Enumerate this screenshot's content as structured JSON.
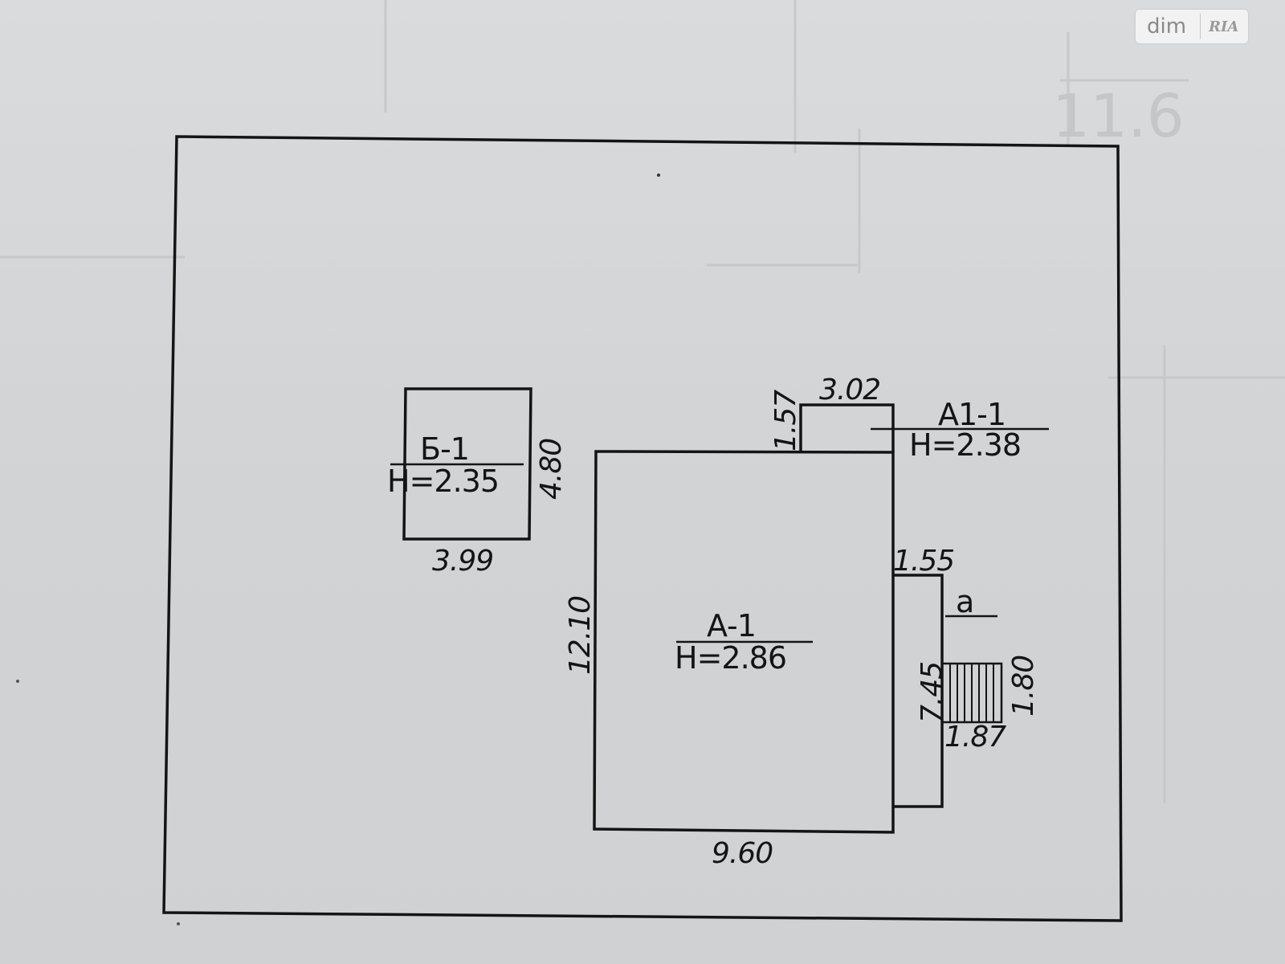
{
  "logo": {
    "dim": "dim",
    "ria": "RIA"
  },
  "buildings": [
    {
      "id": "a1",
      "name": "А-1",
      "height": "Н=2.86"
    },
    {
      "id": "a1_1",
      "name": "А1-1",
      "height": "Н=2.38"
    },
    {
      "id": "b1",
      "name": "Б-1",
      "height": "Н=2.35"
    },
    {
      "id": "a_small",
      "name": "а"
    }
  ],
  "dimensions": {
    "a1_width": "9.60",
    "a1_depth": "12.10",
    "a1_1_width": "3.02",
    "a1_1_depth": "1.57",
    "b1_width": "3.99",
    "b1_depth": "4.80",
    "a_width": "1.55",
    "a_depth": "7.45",
    "steps_width": "1.87",
    "steps_depth": "1.80"
  },
  "background_text": "11.6"
}
